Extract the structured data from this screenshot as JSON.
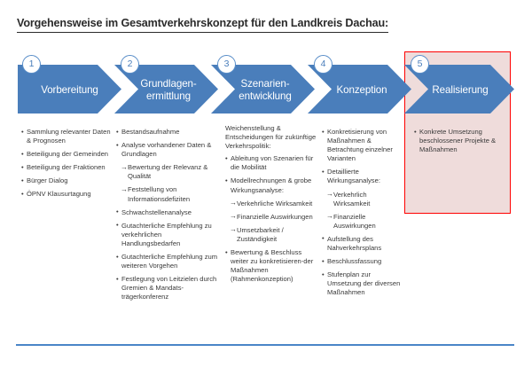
{
  "title": "Vorgehensweise im Gesamtverkehrskonzept für den Landkreis Dachau:",
  "colors": {
    "chevron_blue": "#4a7ebb",
    "highlight_fill": "#efdcdb",
    "highlight_border": "#ff0000",
    "bottom_rule": "#4a86c8",
    "text": "#3a3a3a"
  },
  "phases": [
    {
      "number": "1",
      "label": "Vorbereitung"
    },
    {
      "number": "2",
      "label": "Grundlagen-\nermittlung"
    },
    {
      "number": "3",
      "label": "Szenarien-\nentwicklung"
    },
    {
      "number": "4",
      "label": "Konzeption"
    },
    {
      "number": "5",
      "label": "Realisierung"
    }
  ],
  "phase_labels": {
    "p1_line1": "Vorbereitung",
    "p2_line1": "Grundlagen-",
    "p2_line2": "ermittlung",
    "p3_line1": "Szenarien-",
    "p3_line2": "entwicklung",
    "p4_line1": "Konzeption",
    "p5_line1": "Realisierung"
  },
  "columns": [
    {
      "id": "vorbereitung",
      "intro": "",
      "items": [
        {
          "type": "bullet",
          "text": "Sammlung relevanter Daten & Prognosen"
        },
        {
          "type": "bullet",
          "text": "Beteiligung der Gemeinden"
        },
        {
          "type": "bullet",
          "text": "Beteiligung der Fraktionen"
        },
        {
          "type": "bullet",
          "text": "Bürger Dialog"
        },
        {
          "type": "bullet",
          "text": "ÖPNV Klausurtagung"
        }
      ]
    },
    {
      "id": "grundlagenermittlung",
      "intro": "",
      "items": [
        {
          "type": "bullet",
          "text": "Bestandsaufnahme"
        },
        {
          "type": "bullet",
          "text": "Analyse vorhandener Daten & Grundlagen"
        },
        {
          "type": "arrow",
          "text": "Bewertung der Relevanz & Qualität"
        },
        {
          "type": "arrow",
          "text": "Feststellung von Informationsdefiziten"
        },
        {
          "type": "bullet",
          "text": "Schwachstellenanalyse"
        },
        {
          "type": "bullet",
          "text": "Gutachterliche Empfehlung zu verkehrlichen Handlungsbedarfen"
        },
        {
          "type": "bullet",
          "text": "Gutachterliche Empfehlung zum weiteren Vorgehen"
        },
        {
          "type": "bullet",
          "text": "Festlegung von Leitzielen durch Gremien & Mandats-trägerkonferenz"
        }
      ]
    },
    {
      "id": "szenarienentwicklung",
      "intro": "Weichenstellung & Entscheidungen für zukünftige Verkehrspolitik:",
      "items": [
        {
          "type": "bullet",
          "text": "Ableitung von Szenarien für die Mobilität"
        },
        {
          "type": "bullet",
          "text": "Modellrechnungen & grobe Wirkungsanalyse:"
        },
        {
          "type": "arrow",
          "text": "Verkehrliche Wirksamkeit"
        },
        {
          "type": "arrow",
          "text": "Finanzielle Auswirkungen"
        },
        {
          "type": "arrow",
          "text": "Umsetzbarkeit / Zuständigkeit"
        },
        {
          "type": "bullet",
          "text": "Bewertung & Beschluss weiter zu konkretisieren-der Maßnahmen (Rahmenkonzeption)"
        }
      ]
    },
    {
      "id": "konzeption",
      "intro": "",
      "items": [
        {
          "type": "bullet",
          "text": "Konkretisierung von Maßnahmen & Betrachtung einzelner Varianten"
        },
        {
          "type": "bullet",
          "text": "Detaillierte Wirkungsanalyse:"
        },
        {
          "type": "arrow",
          "text": "Verkehrlich Wirksamkeit"
        },
        {
          "type": "arrow",
          "text": "Finanzielle Auswirkungen"
        },
        {
          "type": "bullet",
          "text": "Aufstellung des Nahverkehrsplans"
        },
        {
          "type": "bullet",
          "text": "Beschlussfassung"
        },
        {
          "type": "bullet",
          "text": "Stufenplan zur Umsetzung der diversen Maßnahmen"
        }
      ]
    },
    {
      "id": "realisierung",
      "intro": "",
      "items": [
        {
          "type": "bullet",
          "text": "Konkrete Umsetzung beschlossener Projekte & Maßnahmen"
        }
      ]
    }
  ]
}
